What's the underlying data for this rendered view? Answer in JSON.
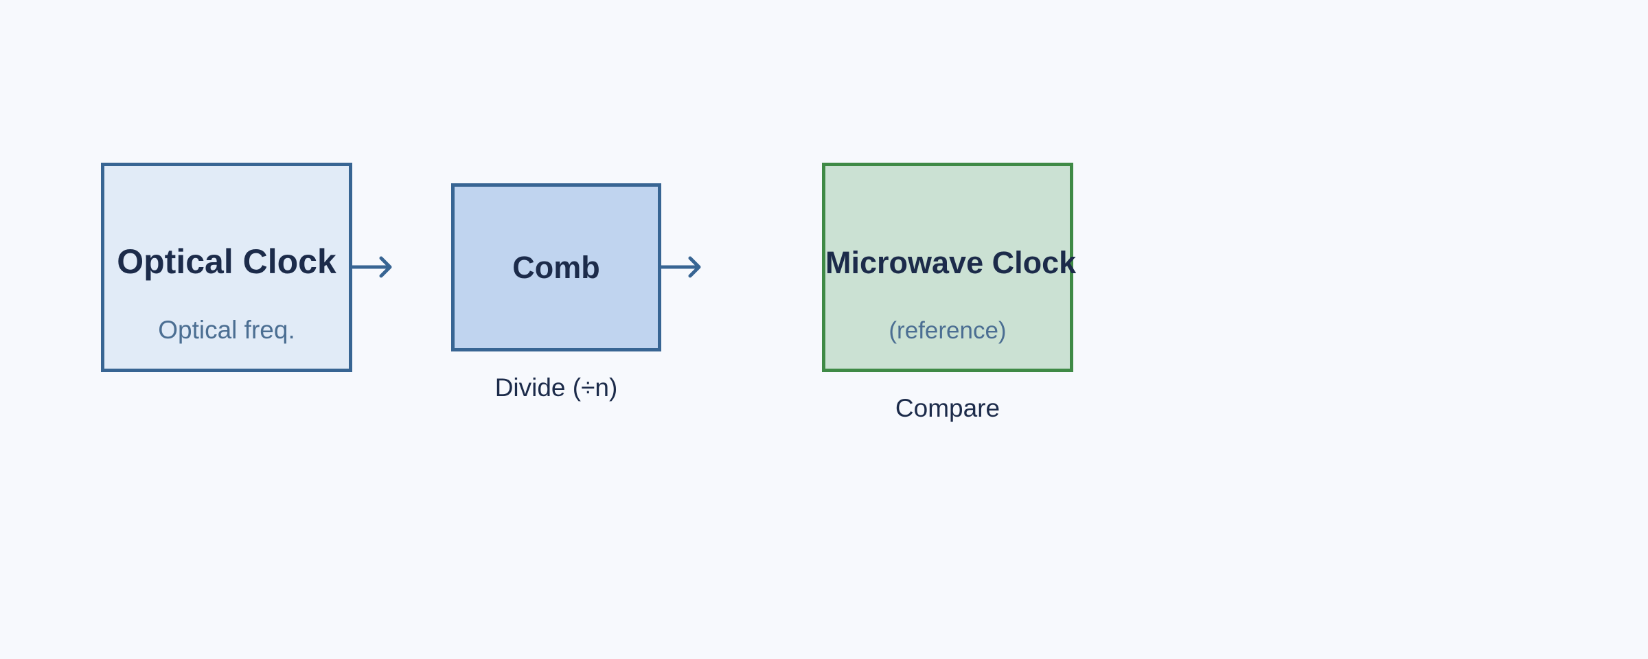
{
  "diagram": {
    "nodes": [
      {
        "id": "optical",
        "title": "Optical Clock",
        "subtitle": "Optical freq."
      },
      {
        "id": "comb",
        "title": "Comb",
        "caption": "Divide (÷n)"
      },
      {
        "id": "microwave",
        "title": "Microwave Clock",
        "subtitle": "(reference)",
        "caption": "Compare"
      }
    ],
    "edges": [
      {
        "from": "optical",
        "to": "comb"
      },
      {
        "from": "comb",
        "to": "microwave"
      }
    ],
    "colors": {
      "background": "#f7f9fd",
      "blue_border": "#386593",
      "green_border": "#3f8a46",
      "optical_fill": "#e1ebf7",
      "comb_fill": "#c0d4ef",
      "microwave_fill": "#cbe1d3",
      "title_text": "#1c2b4a",
      "subtitle_text": "#4b6e92"
    }
  }
}
